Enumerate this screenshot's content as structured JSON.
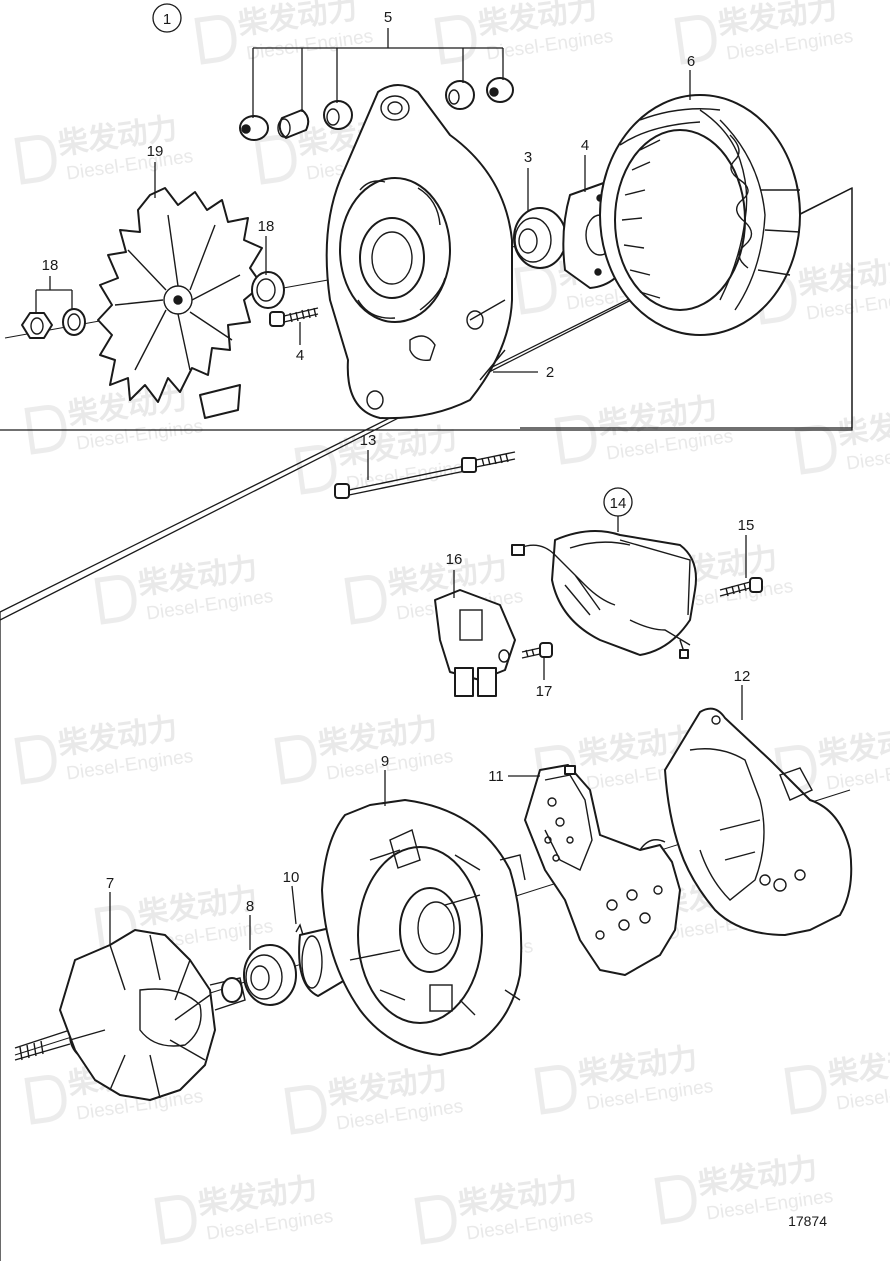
{
  "figure": {
    "document_number": "17874",
    "group_callouts": [
      "1",
      "14"
    ],
    "watermark": {
      "chinese": "柴发动力",
      "english": "Diesel-Engines"
    },
    "callouts": [
      "1",
      "2",
      "3",
      "4",
      "4",
      "5",
      "6",
      "7",
      "8",
      "9",
      "10",
      "11",
      "12",
      "13",
      "14",
      "15",
      "16",
      "17",
      "18",
      "18",
      "19"
    ]
  }
}
